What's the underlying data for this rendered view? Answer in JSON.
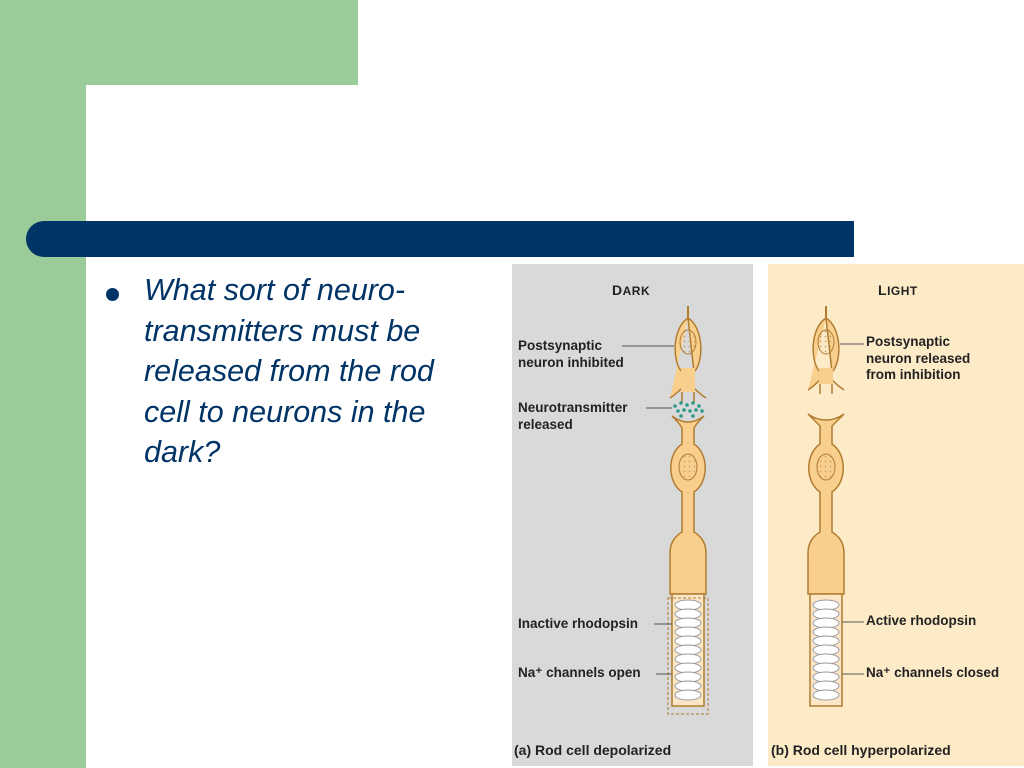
{
  "slide": {
    "bullet_text": "What sort of neuro-\ntransmitters must be\nreleased from the rod\ncell to neurons in the\ndark?"
  },
  "figure": {
    "dark": {
      "header_first": "D",
      "header_rest": "ARK",
      "label_postsynaptic": "Postsynaptic\nneuron inhibited",
      "label_neurotransmitter": "Neurotransmitter\nreleased",
      "label_rhodopsin": "Inactive rhodopsin",
      "label_channels": "Na⁺ channels open",
      "caption": "(a) Rod cell depolarized"
    },
    "light": {
      "header_first": "L",
      "header_rest": "IGHT",
      "label_postsynaptic": "Postsynaptic\nneuron released\nfrom inhibition",
      "label_rhodopsin": "Active rhodopsin",
      "label_channels": "Na⁺ channels closed",
      "caption": "(b) Rod cell hyperpolarized"
    }
  },
  "colors": {
    "green": "#99cc99",
    "navy": "#003366",
    "dark_panel": "#d9d9d9",
    "light_panel": "#fdebc8",
    "cell_fill": "#f9cf8e",
    "cell_stroke": "#b07c30",
    "neurotransmitter": "#2a9a8a"
  }
}
